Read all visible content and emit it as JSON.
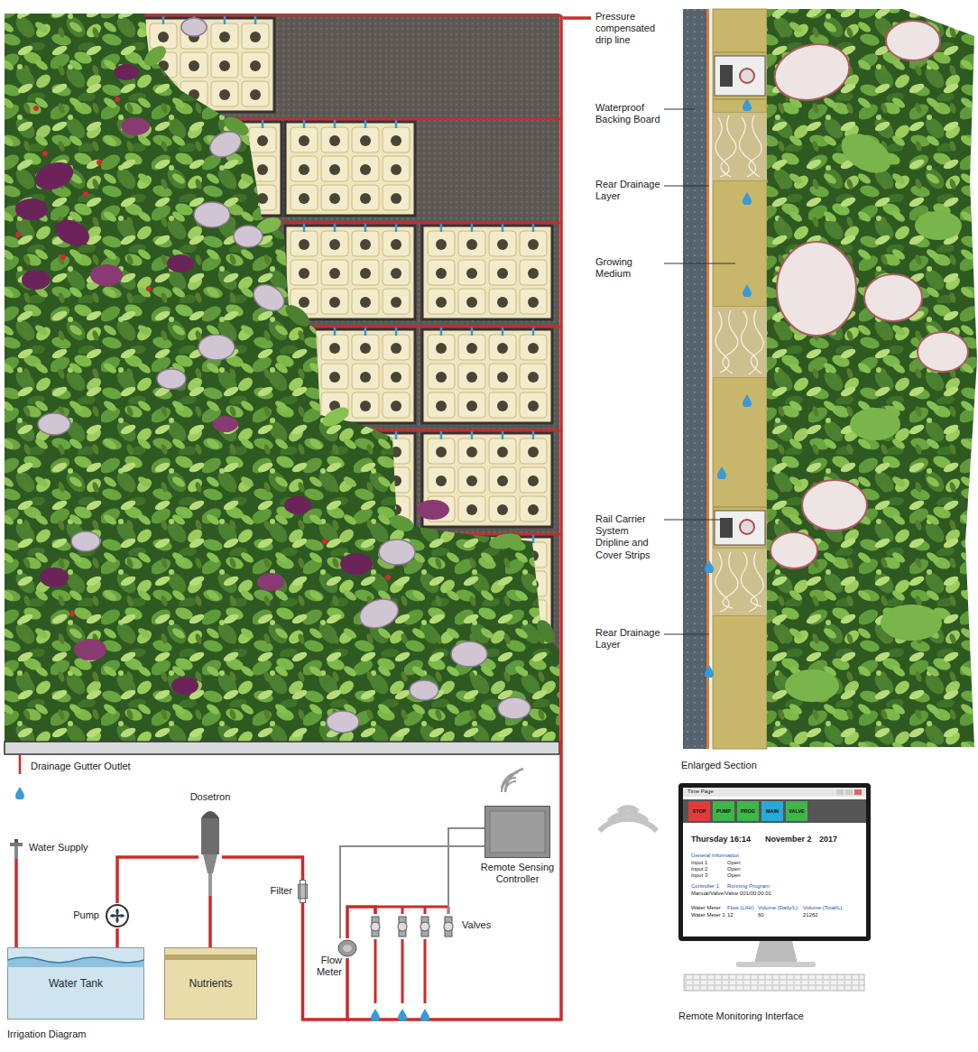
{
  "diagram": {
    "nodes": [
      {
        "text": [
          "Water Supply"
        ]
      },
      {
        "text": [
          "Dosetron"
        ]
      },
      {
        "text": [
          "Pump"
        ]
      },
      {
        "text": [
          "Filter"
        ]
      },
      {
        "text": [
          "Remote Sensing Controller"
        ]
      },
      {
        "text": [
          "Valves"
        ]
      },
      {
        "text": [
          "Flow Meter"
        ]
      },
      {
        "text": [
          "Water Tank"
        ]
      },
      {
        "text": [
          "Nutrients"
        ]
      }
    ],
    "edges": [
      {
        "from": 0,
        "to": 7,
        "arrow": "none"
      },
      {
        "from": 7,
        "to": 2,
        "arrow": "none"
      },
      {
        "from": 2,
        "to": 1,
        "arrow": "none"
      },
      {
        "from": 8,
        "to": 1,
        "arrow": "none"
      },
      {
        "from": 1,
        "to": 3,
        "arrow": "none"
      },
      {
        "from": 3,
        "to": 6,
        "arrow": "none"
      },
      {
        "from": 6,
        "to": 5,
        "arrow": "none"
      },
      {
        "from": 4,
        "to": 6,
        "arrow": "none"
      },
      {
        "from": 4,
        "to": 5,
        "arrow": "none"
      }
    ],
    "labels": [
      "Pressure compensated drip line",
      "Waterproof Backing Board",
      "Rear Drainage Layer",
      "Growing Medium",
      "Rail Carrier System Dripline and Cover Strips",
      "Rear Drainage Layer",
      "Enlarged Section",
      "Drainage Gutter Outlet",
      "Irrigation Diagram",
      "Remote Monitoring Interface",
      "Time Page",
      "STOP",
      "PUMP",
      "PROG",
      "MAIN",
      "VALVE",
      "Thursday 16:14",
      "November 2",
      "2017",
      "General Information",
      "Input 1",
      "Open",
      "Input 2",
      "Open",
      "Input 3",
      "Open",
      "Controller 1",
      "Running Program",
      "Manual/Valve/Valve 001/00:00:01",
      "Water Meter",
      "Flow (L/Hr)",
      "Volume (Daily/L)",
      "Volume (Total/L)",
      "Water Meter 1",
      "12",
      "60",
      "21262"
    ]
  }
}
